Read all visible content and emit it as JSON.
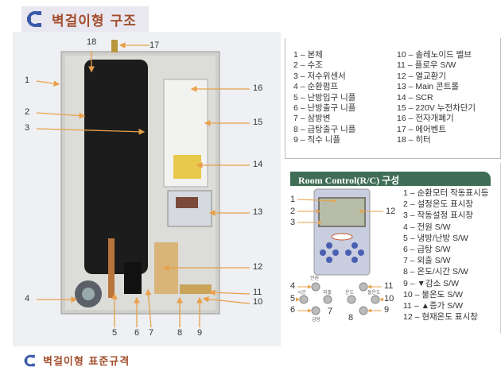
{
  "header": {
    "title": "벽걸이형 구조"
  },
  "diagram_callouts": [
    "1",
    "2",
    "3",
    "4",
    "5",
    "6",
    "7",
    "8",
    "9",
    "10",
    "11",
    "12",
    "13",
    "14",
    "15",
    "16",
    "17",
    "18"
  ],
  "legend": {
    "left": [
      "1 – 본체",
      "2 – 수조",
      "3 – 저수위센서",
      "4 – 순환펌프",
      "5 – 난방입구 니플",
      "6 – 난방출구 니플",
      "7 – 삼방변",
      "8 – 급탕출구 니플",
      "9 – 직수 니플"
    ],
    "right": [
      "10 – 솔레노이드 밸브",
      "11 – 플로우 S/W",
      "12 – 열교환기",
      "13 – Main 콘트롤",
      "14 – SCR",
      "15 – 220V 누전차단기",
      "16 – 전자개폐기",
      "17 – 에어벤트",
      "18 – 히터"
    ]
  },
  "room_control": {
    "title": "Room Control(R/C) 구성",
    "items": [
      "1 – 순환모터 작동표시등",
      "2 – 설정온도 표시창",
      "3 – 작동설정 표시창",
      "4 – 전원 S/W",
      "5 – 냉방/난방 S/W",
      "6 – 급탕 S/W",
      "7 – 외출 S/W",
      "8 – 온도/시간 S/W",
      "9 – ▼감소 S/W",
      "10 – 물온도 S/W",
      "11 – ▲증가 S/W",
      "12 – 현재온도 표시창"
    ],
    "button_labels": {
      "power": "전원",
      "time": "시간",
      "out": "외출",
      "hotwater": "급탕",
      "temp": "온도",
      "watertemp": "물온도"
    },
    "callouts": [
      "1",
      "2",
      "3",
      "4",
      "5",
      "6",
      "7",
      "8",
      "9",
      "10",
      "11",
      "12"
    ]
  },
  "footer": {
    "title": "벽걸이형 표준규격"
  },
  "colors": {
    "title": "#a24e2c",
    "icon": "#3b5aa8",
    "rc_bar": "#3f6d55",
    "arrow": "#e8a04a"
  }
}
